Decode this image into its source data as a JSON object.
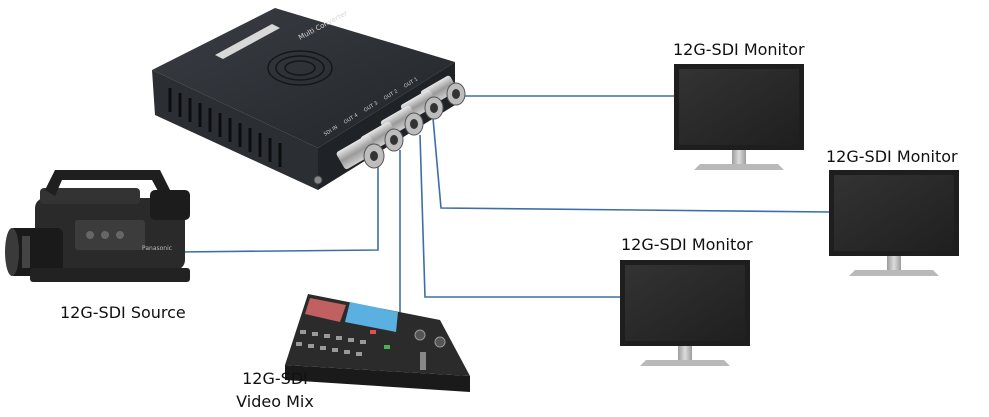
{
  "diagram": {
    "labels": {
      "monitor_top": "12G-SDI Monitor",
      "monitor_right": "12G-SDI Monitor",
      "monitor_bottom": "12G-SDI Monitor",
      "source": "12G-SDI Source",
      "mixer_line1": "12G-SDI",
      "mixer_line2": "Video Mix"
    },
    "device": {
      "top_label": "Multi Converter",
      "port_labels": [
        "OUT 1",
        "OUT 2",
        "OUT 3",
        "OUT 4",
        "SDI IN"
      ]
    },
    "camera_brand": "Panasonic",
    "colors": {
      "cable": "#3d6ea8",
      "device_body": "#2b2e33",
      "monitor_frame": "#1e1e1e",
      "screen": "#2a2a2a",
      "stand": "#b9b9b9"
    }
  }
}
